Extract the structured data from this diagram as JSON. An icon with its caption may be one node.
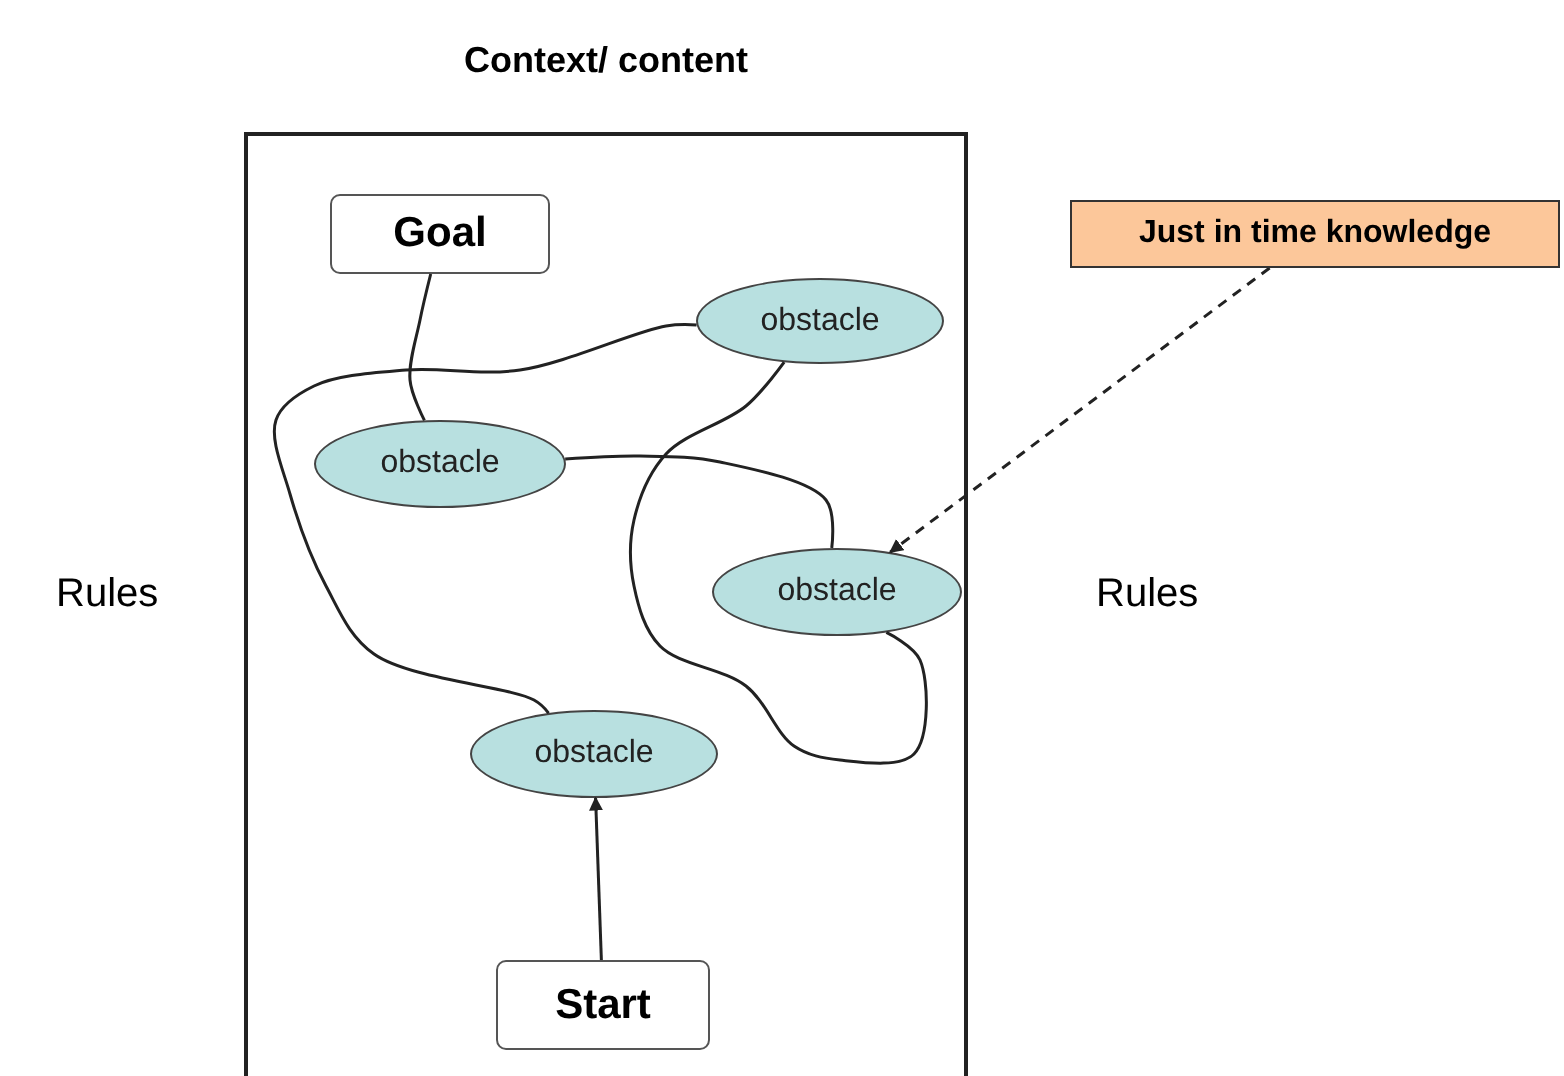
{
  "diagram": {
    "nodes": [
      {
        "text": [
          "Context/ content"
        ]
      },
      {
        "text": [
          "Goal"
        ],
        "in": 0
      },
      {
        "text": [
          "obstacle"
        ],
        "in": 0
      },
      {
        "text": [
          "obstacle"
        ],
        "in": 0
      },
      {
        "text": [
          "obstacle"
        ],
        "in": 0
      },
      {
        "text": [
          "obstacle"
        ],
        "in": 0
      },
      {
        "text": [
          "Start"
        ],
        "in": 0
      },
      {
        "text": [
          "Just in time knowledge"
        ]
      }
    ],
    "edges": [
      {
        "from": 6,
        "to": 5,
        "arrow": "to"
      },
      {
        "from": 5,
        "to": 2,
        "arrow": "none"
      },
      {
        "from": 2,
        "to": 4,
        "arrow": "none"
      },
      {
        "from": 4,
        "to": 3,
        "arrow": "none"
      },
      {
        "from": 3,
        "to": 1,
        "arrow": "none"
      },
      {
        "from": 7,
        "to": 4,
        "arrow": "to",
        "style": "dashed"
      }
    ],
    "labels": [
      "Rules",
      "Rules"
    ]
  }
}
